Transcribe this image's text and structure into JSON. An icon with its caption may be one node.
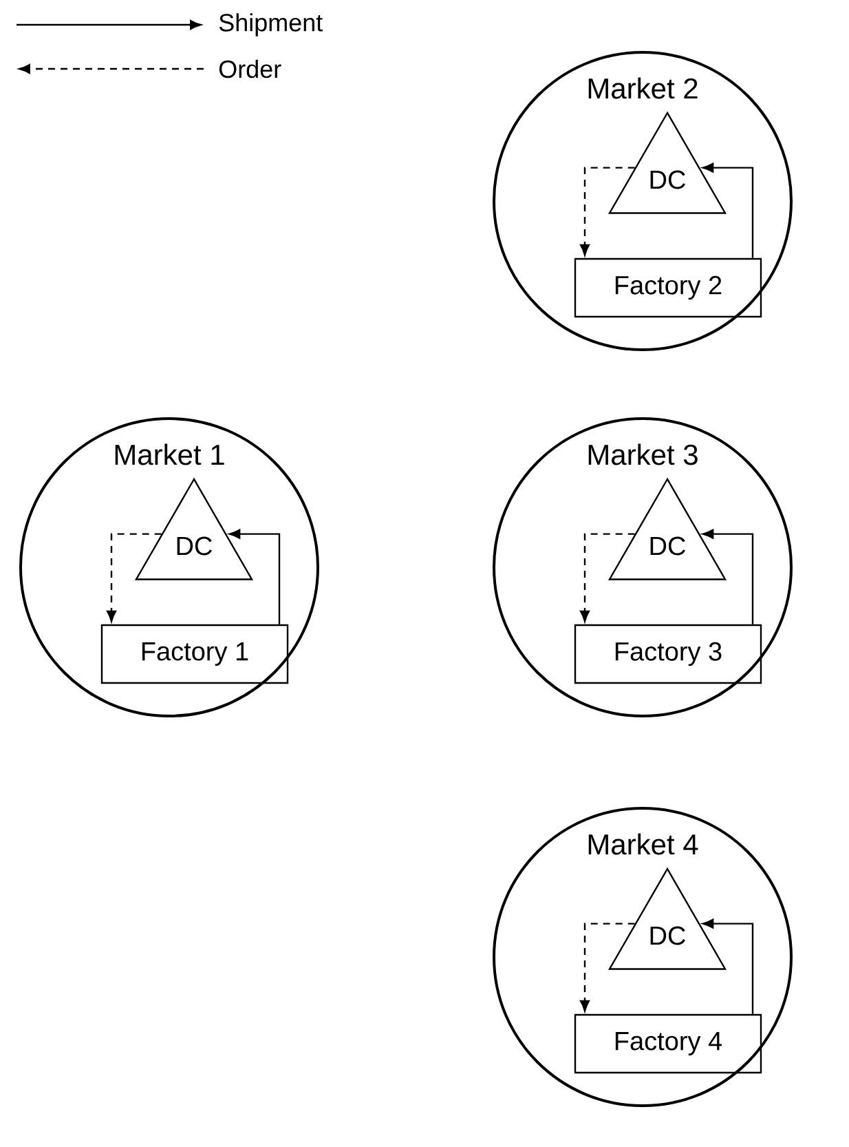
{
  "diagram": {
    "nodes": [
      {
        "text": [
          "Market 2"
        ]
      },
      {
        "text": [
          "DC"
        ],
        "in": 0
      },
      {
        "text": [
          "Factory 2"
        ],
        "in": 0
      },
      {
        "text": [
          "Market 1"
        ]
      },
      {
        "text": [
          "DC"
        ],
        "in": 3
      },
      {
        "text": [
          "Factory 1"
        ],
        "in": 3
      },
      {
        "text": [
          "Market 3"
        ]
      },
      {
        "text": [
          "DC"
        ],
        "in": 6
      },
      {
        "text": [
          "Factory 3"
        ],
        "in": 6
      },
      {
        "text": [
          "Market 4"
        ]
      },
      {
        "text": [
          "DC"
        ],
        "in": 9
      },
      {
        "text": [
          "Factory 4"
        ],
        "in": 9
      }
    ],
    "edges": [
      {
        "from": 2,
        "to": 1,
        "arrow": "to"
      },
      {
        "from": 1,
        "to": 2,
        "arrow": "to",
        "style": "dashed"
      },
      {
        "from": 5,
        "to": 4,
        "arrow": "to"
      },
      {
        "from": 4,
        "to": 5,
        "arrow": "to",
        "style": "dashed"
      },
      {
        "from": 8,
        "to": 7,
        "arrow": "to"
      },
      {
        "from": 7,
        "to": 8,
        "arrow": "to",
        "style": "dashed"
      },
      {
        "from": 11,
        "to": 10,
        "arrow": "to"
      },
      {
        "from": 10,
        "to": 11,
        "arrow": "to",
        "style": "dashed"
      }
    ],
    "legend": [
      {
        "text": "Shipment"
      },
      {
        "text": "Order"
      }
    ]
  }
}
